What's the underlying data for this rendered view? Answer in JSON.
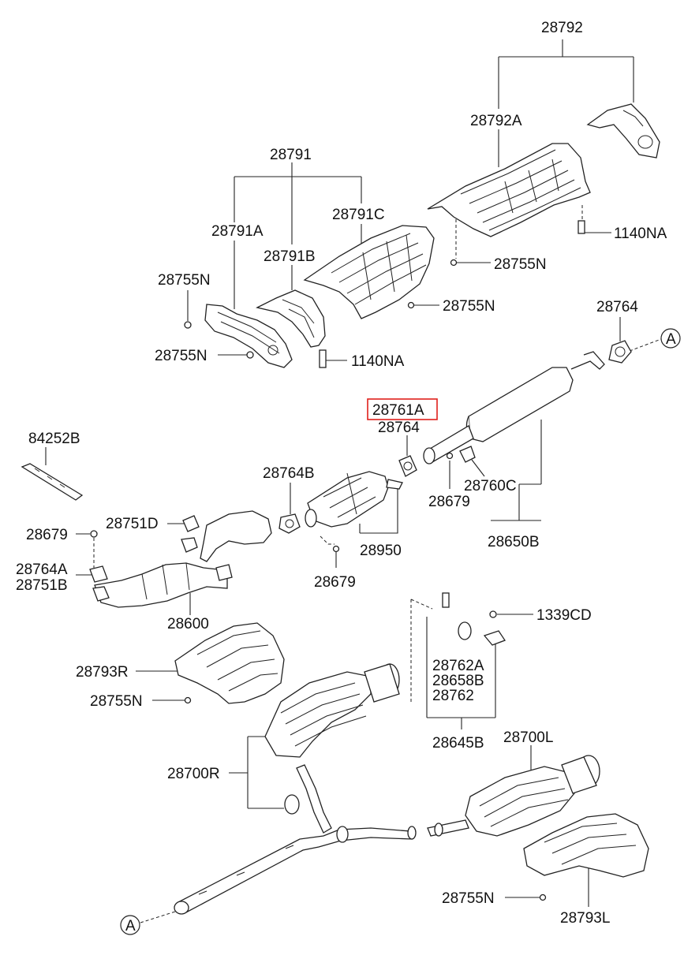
{
  "highlight_color": "#e0201c",
  "labels": {
    "p28792": "28792",
    "p28792A": "28792A",
    "p28791": "28791",
    "p28791A": "28791A",
    "p28791B": "28791B",
    "p28791C": "28791C",
    "p1140NA_top": "1140NA",
    "p28755N_a": "28755N",
    "p28755N_b": "28755N",
    "p28755N_c": "28755N",
    "p28755N_d": "28755N",
    "p1140NA_mid": "1140NA",
    "p28764_top": "28764",
    "calloutA_top": "A",
    "p28761A": "28761A",
    "p28764_mid": "28764",
    "p84252B": "84252B",
    "p28764B": "28764B",
    "p28760C": "28760C",
    "p28679_right": "28679",
    "p28650B": "28650B",
    "p28679_left": "28679",
    "p28751D": "28751D",
    "p28764A": "28764A",
    "p28751B": "28751B",
    "p28950": "28950",
    "p28679_mid": "28679",
    "p28600": "28600",
    "p1339CD": "1339CD",
    "p28793R": "28793R",
    "p28762A": "28762A",
    "p28658B": "28658B",
    "p28762": "28762",
    "p28755N_e": "28755N",
    "p28645B": "28645B",
    "p28700L": "28700L",
    "p28700R": "28700R",
    "p28755N_f": "28755N",
    "p28793L": "28793L",
    "calloutA_bottom": "A"
  }
}
